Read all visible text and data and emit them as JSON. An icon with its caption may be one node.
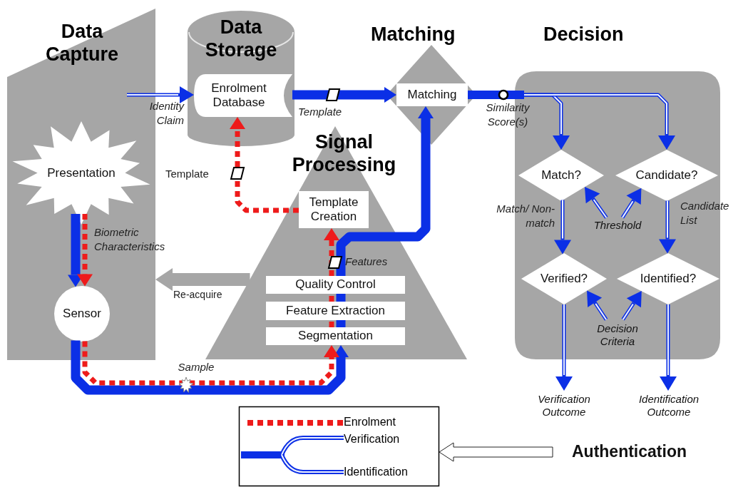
{
  "diagram": {
    "nodes": [
      {
        "text": [
          "Data Capture"
        ]
      },
      {
        "text": [
          "Presentation"
        ],
        "in": 0
      },
      {
        "text": [
          "Sensor"
        ],
        "in": 0
      },
      {
        "text": [
          "Data Storage"
        ]
      },
      {
        "text": [
          "Enrolment Database"
        ],
        "in": 3
      },
      {
        "text": [
          "Signal Processing"
        ]
      },
      {
        "text": [
          "Template Creation"
        ],
        "in": 5
      },
      {
        "text": [
          "Quality Control"
        ],
        "in": 5
      },
      {
        "text": [
          "Feature Extraction"
        ],
        "in": 5
      },
      {
        "text": [
          "Segmentation"
        ],
        "in": 5
      },
      {
        "text": [
          "Matching"
        ]
      },
      {
        "text": [
          "Matching"
        ],
        "in": 10
      },
      {
        "text": [
          "Decision"
        ]
      },
      {
        "text": [
          "Match?"
        ],
        "in": 12
      },
      {
        "text": [
          "Candidate?"
        ],
        "in": 12
      },
      {
        "text": [
          "Verified?"
        ],
        "in": 12
      },
      {
        "text": [
          "Identified?"
        ],
        "in": 12
      },
      {
        "text": [
          "Threshold"
        ],
        "in": 12
      },
      {
        "text": [
          "Decision Criteria"
        ],
        "in": 12
      },
      {
        "text": [
          "Verification Outcome"
        ]
      },
      {
        "text": [
          "Identification Outcome"
        ]
      },
      {
        "text": [
          "Authentication"
        ]
      },
      {
        "text": [],
        "shape": "box"
      }
    ],
    "edges": [
      {
        "from": null,
        "to": 4,
        "arrow": "to",
        "label": "Identity Claim"
      },
      {
        "from": 4,
        "to": 11,
        "arrow": "to",
        "label": "Template",
        "style": "thick"
      },
      {
        "from": 1,
        "to": 2,
        "arrow": "to",
        "style": "thick"
      },
      {
        "from": 1,
        "to": 2,
        "arrow": "to",
        "label": "Biometric Characteristics",
        "style": "dashed",
        "color": "#ee1b1b"
      },
      {
        "from": 2,
        "to": 9,
        "arrow": "to",
        "label": "Sample",
        "style": "thick"
      },
      {
        "from": 2,
        "to": 9,
        "arrow": "to",
        "style": "dashed",
        "color": "#ee1b1b"
      },
      {
        "from": 9,
        "to": 8,
        "arrow": "none",
        "style": "thick"
      },
      {
        "from": 9,
        "to": 8,
        "arrow": "none",
        "style": "dashed",
        "color": "#ee1b1b"
      },
      {
        "from": 8,
        "to": 7,
        "arrow": "none",
        "style": "thick"
      },
      {
        "from": 8,
        "to": 7,
        "arrow": "none",
        "style": "dashed",
        "color": "#ee1b1b"
      },
      {
        "from": 7,
        "to": 11,
        "arrow": "to",
        "label": "Features",
        "style": "thick"
      },
      {
        "from": 7,
        "to": 6,
        "arrow": "to",
        "style": "dashed",
        "color": "#ee1b1b"
      },
      {
        "from": 6,
        "to": 4,
        "arrow": "to",
        "label": "Template",
        "style": "dashed",
        "color": "#ee1b1b"
      },
      {
        "from": 5,
        "to": 0,
        "arrow": "to",
        "label": "Re-acquire",
        "style": "thick",
        "color": "#a6a6a6"
      },
      {
        "from": 11,
        "to": 13,
        "arrow": "to",
        "label": "Similarity Score(s)"
      },
      {
        "from": 11,
        "to": 14,
        "arrow": "to"
      },
      {
        "from": 13,
        "to": 15,
        "arrow": "to",
        "label": "Match/ Non-match"
      },
      {
        "from": 14,
        "to": 16,
        "arrow": "to",
        "label": "Candidate List"
      },
      {
        "from": 17,
        "to": 13,
        "arrow": "to"
      },
      {
        "from": 17,
        "to": 14,
        "arrow": "to"
      },
      {
        "from": 18,
        "to": 15,
        "arrow": "to"
      },
      {
        "from": 18,
        "to": 16,
        "arrow": "to"
      },
      {
        "from": 15,
        "to": 19,
        "arrow": "to"
      },
      {
        "from": 16,
        "to": 20,
        "arrow": "to"
      },
      {
        "from": 21,
        "to": 22,
        "arrow": "to",
        "style": "thick",
        "color": "#ffffff"
      }
    ],
    "legend": [
      {
        "text": "Enrolment"
      },
      {
        "text": "Verification"
      },
      {
        "text": "Identification"
      }
    ]
  }
}
